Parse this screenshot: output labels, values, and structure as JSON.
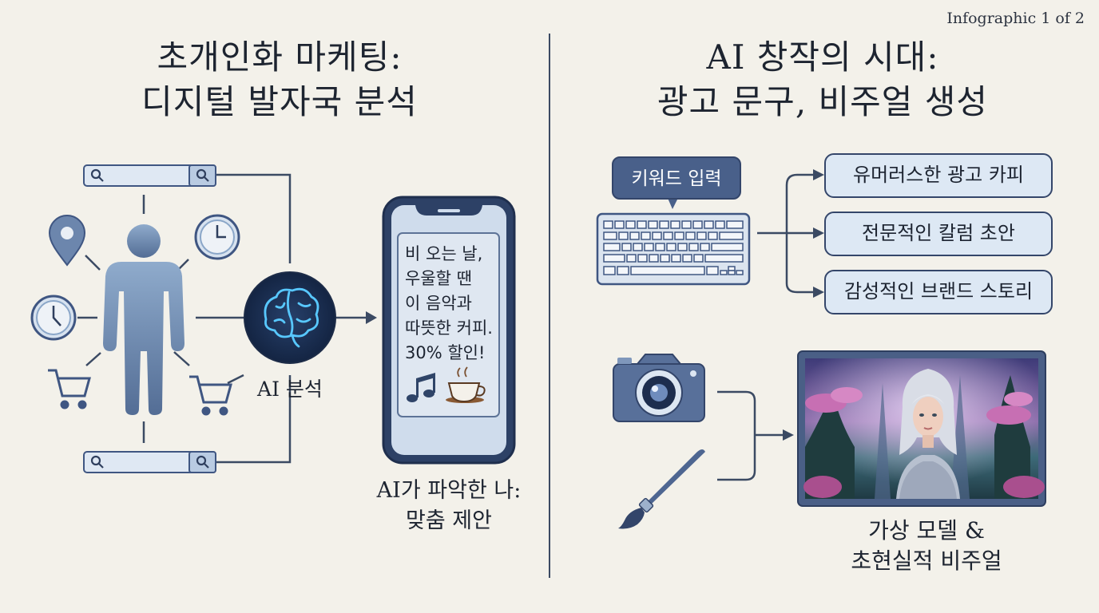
{
  "page_counter": "Infographic 1 of 2",
  "left": {
    "title_line1": "초개인화 마케팅:",
    "title_line2": "디지털 발자국 분석",
    "ai_label": "AI 분석",
    "phone_message": [
      "비 오는 날,",
      "우울할 땐",
      "이 음악과",
      "따뜻한 커피.",
      "30% 할인!"
    ],
    "caption_line1": "AI가 파악한 나:",
    "caption_line2": "맞춤 제안"
  },
  "right": {
    "title_line1": "AI 창작의 시대:",
    "title_line2": "광고 문구, 비주얼 생성",
    "keyword_label": "키워드 입력",
    "outputs": [
      "유머러스한 광고 카피",
      "전문적인 칼럼 초안",
      "감성적인 브랜드 스토리"
    ],
    "visual_caption_line1": "가상 모델 &",
    "visual_caption_line2": "초현실적 비주얼"
  },
  "colors": {
    "accent": "#3f5682",
    "icon_fill": "#8aa6c8",
    "background": "#f3f1ea",
    "brain_glow": "#4fc3ff"
  },
  "icons": [
    "search-icon",
    "location-pin-icon",
    "clock-icon",
    "shopping-cart-icon",
    "person-icon",
    "brain-icon",
    "smartphone-icon",
    "music-note-icon",
    "coffee-cup-icon",
    "keyboard-icon",
    "camera-icon",
    "paintbrush-icon"
  ]
}
